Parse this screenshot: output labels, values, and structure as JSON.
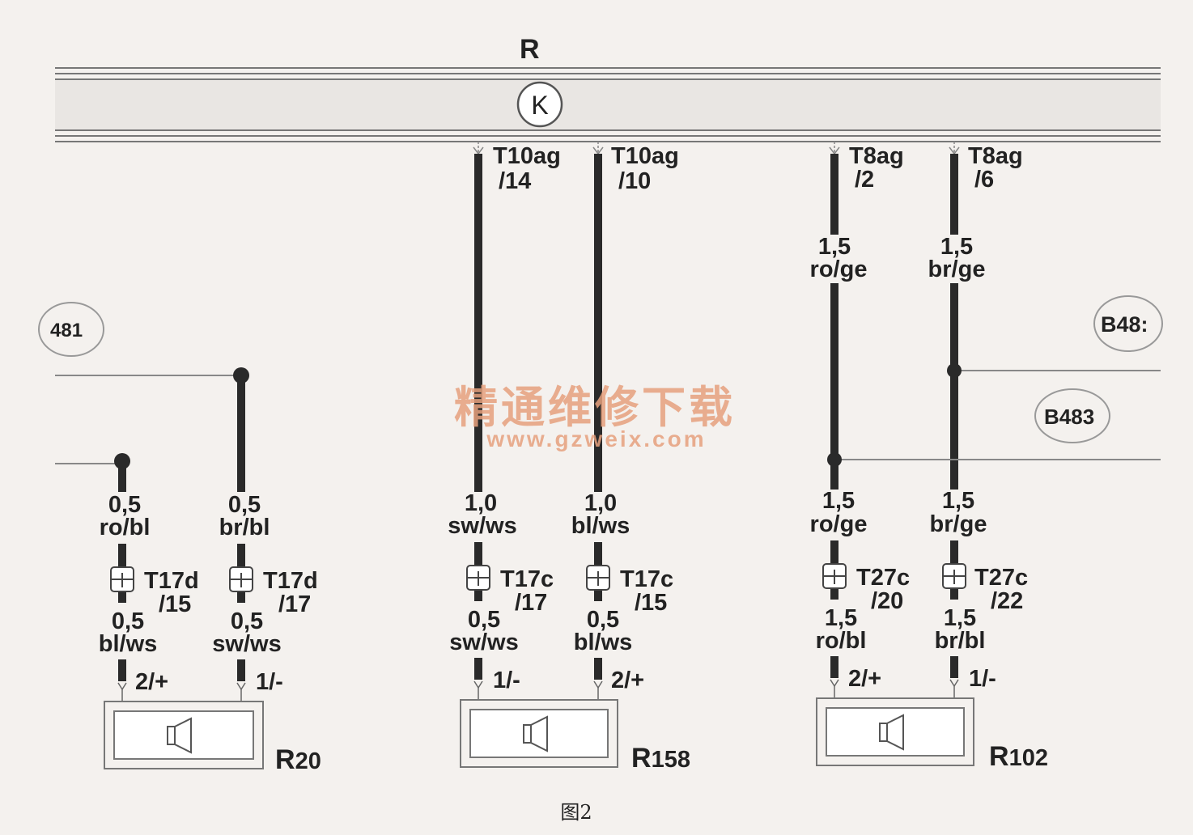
{
  "bus": {
    "label": "R",
    "ground_symbol": "K"
  },
  "connectors_top": [
    {
      "id": "t10ag-14",
      "name": "T10ag",
      "pin": "/14"
    },
    {
      "id": "t10ag-10",
      "name": "T10ag",
      "pin": "/10"
    },
    {
      "id": "t8ag-2",
      "name": "T8ag",
      "pin": "/2"
    },
    {
      "id": "t8ag-6",
      "name": "T8ag",
      "pin": "/6"
    }
  ],
  "splices": {
    "left": "481",
    "right_top": "B48:",
    "right_mid": "B483"
  },
  "wires_upper": [
    {
      "size": "1,5",
      "color": "ro/ge"
    },
    {
      "size": "1,5",
      "color": "br/ge"
    }
  ],
  "wires_mid": [
    {
      "size": "0,5",
      "color": "ro/bl"
    },
    {
      "size": "0,5",
      "color": "br/bl"
    },
    {
      "size": "1,0",
      "color": "sw/ws"
    },
    {
      "size": "1,0",
      "color": "bl/ws"
    },
    {
      "size": "1,5",
      "color": "ro/ge"
    },
    {
      "size": "1,5",
      "color": "br/ge"
    }
  ],
  "connectors_mid": [
    {
      "name": "T17d",
      "pin": "/15"
    },
    {
      "name": "T17d",
      "pin": "/17"
    },
    {
      "name": "T17c",
      "pin": "/17"
    },
    {
      "name": "T17c",
      "pin": "/15"
    },
    {
      "name": "T27c",
      "pin": "/20"
    },
    {
      "name": "T27c",
      "pin": "/22"
    }
  ],
  "wires_lower": [
    {
      "size": "0,5",
      "color": "bl/ws"
    },
    {
      "size": "0,5",
      "color": "sw/ws"
    },
    {
      "size": "0,5",
      "color": "sw/ws"
    },
    {
      "size": "0,5",
      "color": "bl/ws"
    },
    {
      "size": "1,5",
      "color": "ro/bl"
    },
    {
      "size": "1,5",
      "color": "br/bl"
    }
  ],
  "terminals": [
    "2/+",
    "1/-",
    "1/-",
    "2/+",
    "2/+",
    "1/-"
  ],
  "speakers": [
    {
      "id": "R20",
      "letter": "R",
      "number": "20"
    },
    {
      "id": "R158",
      "letter": "R",
      "number": "158"
    },
    {
      "id": "R102",
      "letter": "R",
      "number": "102"
    }
  ],
  "watermark": {
    "title": "精通维修下载",
    "url": "www.gzweix.com"
  },
  "caption": "图2",
  "colors": {
    "wire": "#2a2a2a",
    "bus_fill": "#e9e6e3",
    "watermark": "#e6a17e",
    "background": "#f4f1ee"
  }
}
